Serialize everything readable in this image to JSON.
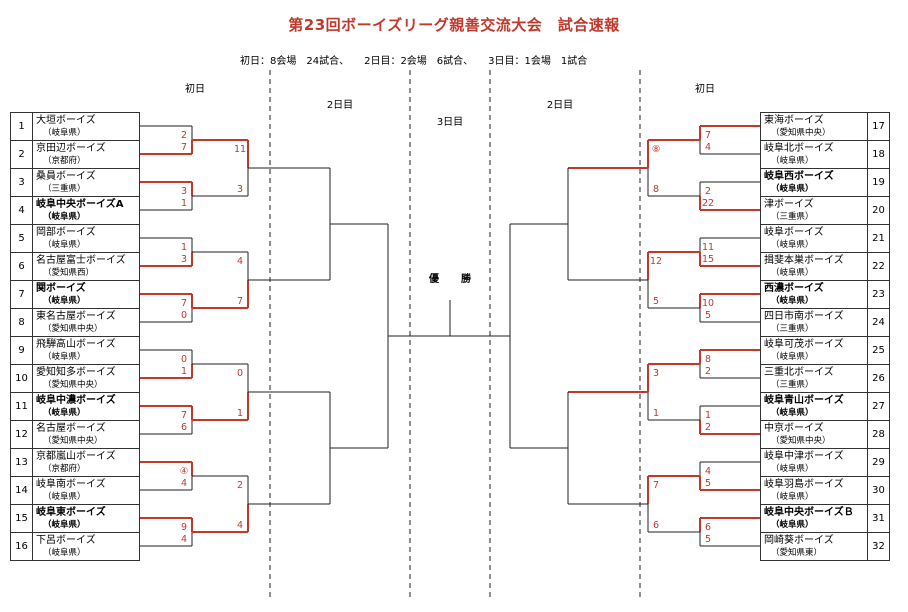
{
  "title": "第23回ボーイズリーグ親善交流大会　試合速報",
  "subtitle": "初日：8会場　24試合、　　2日目：2会場　6試合、　　3日目：1会場　1試合",
  "headers": {
    "day1_left": "初日",
    "day2_left": "2日目",
    "day3": "3日目",
    "day2_right": "2日目",
    "day1_right": "初日"
  },
  "champion_label": "優　勝",
  "colors": {
    "title": "#c0392b",
    "win_line": "#c0392b",
    "line": "#222222"
  },
  "left_teams": [
    {
      "no": "1",
      "name": "大垣ボーイズ",
      "pref": "（岐阜県）",
      "bold": false
    },
    {
      "no": "2",
      "name": "京田辺ボーイズ",
      "pref": "（京都府）",
      "bold": false
    },
    {
      "no": "3",
      "name": "桑員ボーイズ",
      "pref": "（三重県）",
      "bold": false
    },
    {
      "no": "4",
      "name": "岐阜中央ボーイズA",
      "pref": "（岐阜県）",
      "bold": true
    },
    {
      "no": "5",
      "name": "岡部ボーイズ",
      "pref": "（岐阜県）",
      "bold": false
    },
    {
      "no": "6",
      "name": "名古屋富士ボーイズ",
      "pref": "（愛知県西）",
      "bold": false
    },
    {
      "no": "7",
      "name": "関ボーイズ",
      "pref": "（岐阜県）",
      "bold": true
    },
    {
      "no": "8",
      "name": "東名古屋ボーイズ",
      "pref": "（愛知県中央）",
      "bold": false
    },
    {
      "no": "9",
      "name": "飛騨高山ボーイズ",
      "pref": "（岐阜県）",
      "bold": false
    },
    {
      "no": "10",
      "name": "愛知知多ボーイズ",
      "pref": "（愛知県中央）",
      "bold": false
    },
    {
      "no": "11",
      "name": "岐阜中濃ボーイズ",
      "pref": "（岐阜県）",
      "bold": true
    },
    {
      "no": "12",
      "name": "名古屋ボーイズ",
      "pref": "（愛知県中央）",
      "bold": false
    },
    {
      "no": "13",
      "name": "京都嵐山ボーイズ",
      "pref": "（京都府）",
      "bold": false
    },
    {
      "no": "14",
      "name": "岐阜南ボーイズ",
      "pref": "（岐阜県）",
      "bold": false
    },
    {
      "no": "15",
      "name": "岐阜東ボーイズ",
      "pref": "（岐阜県）",
      "bold": true
    },
    {
      "no": "16",
      "name": "下呂ボーイズ",
      "pref": "（岐阜県）",
      "bold": false
    }
  ],
  "right_teams": [
    {
      "no": "17",
      "name": "東海ボーイズ",
      "pref": "（愛知県中央）",
      "bold": false
    },
    {
      "no": "18",
      "name": "岐阜北ボーイズ",
      "pref": "（岐阜県）",
      "bold": false
    },
    {
      "no": "19",
      "name": "岐阜西ボーイズ",
      "pref": "（岐阜県）",
      "bold": true
    },
    {
      "no": "20",
      "name": "津ボーイズ",
      "pref": "（三重県）",
      "bold": false
    },
    {
      "no": "21",
      "name": "岐阜ボーイズ",
      "pref": "（岐阜県）",
      "bold": false
    },
    {
      "no": "22",
      "name": "揖斐本巣ボーイズ",
      "pref": "（岐阜県）",
      "bold": false
    },
    {
      "no": "23",
      "name": "西濃ボーイズ",
      "pref": "（岐阜県）",
      "bold": true
    },
    {
      "no": "24",
      "name": "四日市南ボーイズ",
      "pref": "（三重県）",
      "bold": false
    },
    {
      "no": "25",
      "name": "岐阜可茂ボーイズ",
      "pref": "（岐阜県）",
      "bold": false
    },
    {
      "no": "26",
      "name": "三重北ボーイズ",
      "pref": "（三重県）",
      "bold": false
    },
    {
      "no": "27",
      "name": "岐阜青山ボーイズ",
      "pref": "（岐阜県）",
      "bold": true
    },
    {
      "no": "28",
      "name": "中京ボーイズ",
      "pref": "（愛知県中央）",
      "bold": false
    },
    {
      "no": "29",
      "name": "岐阜中津ボーイズ",
      "pref": "（岐阜県）",
      "bold": false
    },
    {
      "no": "30",
      "name": "岐阜羽島ボーイズ",
      "pref": "（岐阜県）",
      "bold": false
    },
    {
      "no": "31",
      "name": "岐阜中央ボーイズＢ",
      "pref": "（岐阜県）",
      "bold": true
    },
    {
      "no": "32",
      "name": "岡崎葵ボーイズ",
      "pref": "（愛知県東）",
      "bold": false
    }
  ],
  "scores": {
    "left_r1": [
      [
        "2",
        "7"
      ],
      [
        "3",
        "1"
      ],
      [
        "1",
        "3"
      ],
      [
        "7",
        "0"
      ],
      [
        "0",
        "1"
      ],
      [
        "7",
        "6"
      ],
      [
        "④",
        "4"
      ],
      [
        "9",
        "4"
      ]
    ],
    "left_r2": [
      [
        "11",
        "3"
      ],
      [
        "4",
        "7"
      ],
      [
        "0",
        "1"
      ],
      [
        "2",
        "4"
      ]
    ],
    "right_r1": [
      [
        "7",
        "4"
      ],
      [
        "2",
        "22"
      ],
      [
        "11",
        "15"
      ],
      [
        "10",
        "5"
      ],
      [
        "8",
        "2"
      ],
      [
        "1",
        "2"
      ],
      [
        "4",
        "5"
      ],
      [
        "6",
        "5"
      ]
    ],
    "right_r2": [
      [
        "⑧",
        "8"
      ],
      [
        "12",
        "5"
      ],
      [
        "3",
        "1"
      ],
      [
        "7",
        "6"
      ]
    ]
  },
  "winners": {
    "left_r1": [
      1,
      0,
      1,
      0,
      1,
      0,
      0,
      0
    ],
    "left_r2": [
      0,
      1,
      1,
      1
    ],
    "right_r1": [
      0,
      1,
      1,
      0,
      0,
      1,
      1,
      0
    ],
    "right_r2": [
      0,
      0,
      0,
      0
    ]
  }
}
